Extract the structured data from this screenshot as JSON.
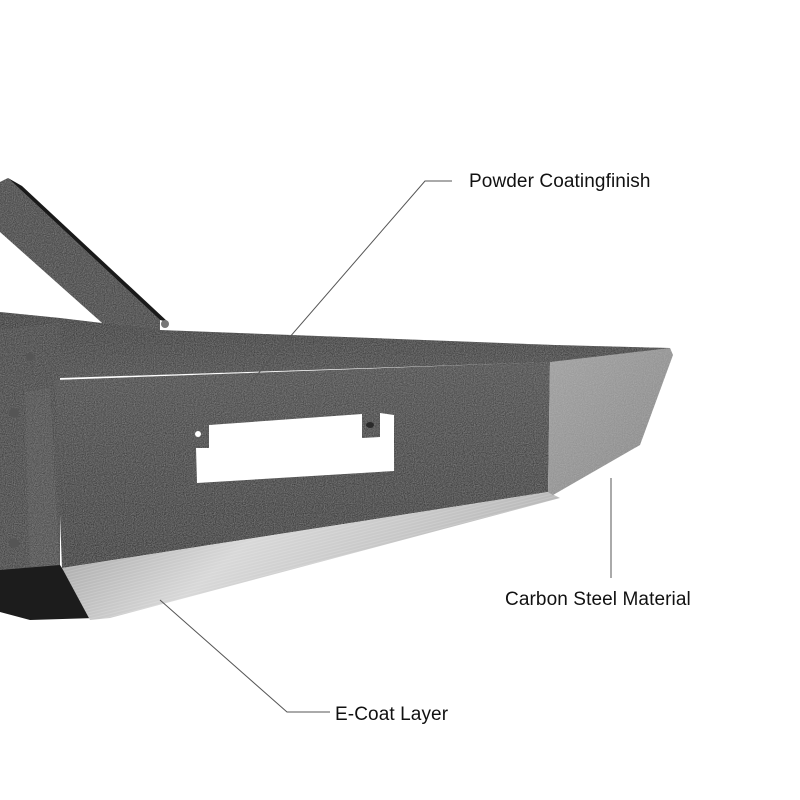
{
  "image": {
    "subject": "front bumper product illustration",
    "background_color": "#ffffff"
  },
  "callouts": [
    {
      "id": "powder",
      "label": "Powder Coatingfinish",
      "target": "textured black bumper face"
    },
    {
      "id": "carbon",
      "label": "Carbon Steel Material",
      "target": "gray end cap plate"
    },
    {
      "id": "ecoat",
      "label": "E-Coat Layer",
      "target": "brushed metal lower edge"
    }
  ],
  "colors": {
    "label_text": "#111111",
    "leader_line": "#555555",
    "powder_coat": "#2a2a2a",
    "top_surface": "#1e1e1e",
    "end_cap": "#8e8e8e",
    "brushed_metal": "#bdbdbd",
    "cutout": "#ffffff"
  }
}
